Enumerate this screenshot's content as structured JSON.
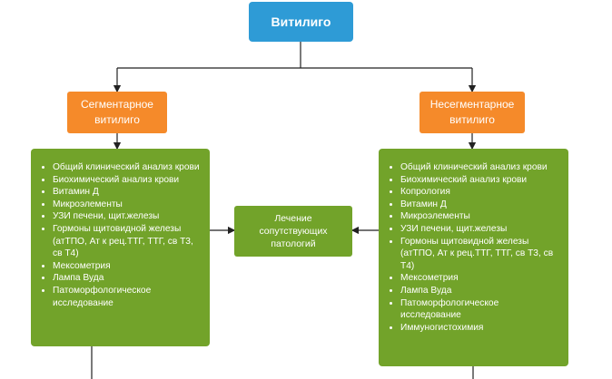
{
  "root": {
    "label": "Витилиго"
  },
  "branches": {
    "left": {
      "label": "Сегментарное витилиго",
      "items": [
        "Общий клинический анализ крови",
        "Биохимический анализ крови",
        "Витамин Д",
        "Микроэлементы",
        "УЗИ печени, щит.железы",
        "Гормоны щитовидной железы (атТПО, Ат к рец.ТТГ, ТТГ, св Т3, св Т4)",
        "Мексометрия",
        "Лампа Вуда",
        "Патоморфологическое исследование"
      ]
    },
    "right": {
      "label": "Несегментарное витилиго",
      "items": [
        "Общий клинический анализ крови",
        "Биохимический анализ крови",
        "Копрология",
        "Витамин Д",
        "Микроэлементы",
        "УЗИ печени, щит.железы",
        "Гормоны щитовидной железы (атТПО, Ат к рец.ТТГ, ТТГ, св Т3, св Т4)",
        "Мексометрия",
        "Лампа Вуда",
        "Патоморфологическое исследование",
        "Иммуногистохимия"
      ]
    }
  },
  "center": {
    "label": "Лечение сопутствующих патологий"
  },
  "colors": {
    "root": "#2e9bd6",
    "category": "#f58a2a",
    "list": "#72a32a",
    "connector": "#222222"
  }
}
